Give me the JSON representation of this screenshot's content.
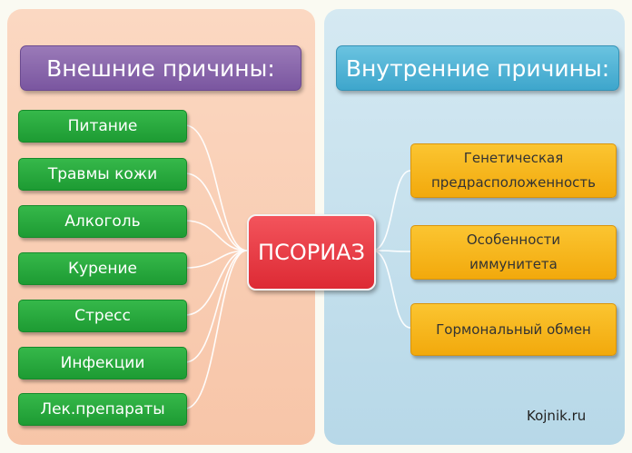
{
  "left_panel": {
    "title": "Внешние причины:",
    "items": [
      "Питание",
      "Травмы кожи",
      "Алкоголь",
      "Курение",
      "Стресс",
      "Инфекции",
      "Лек.препараты"
    ]
  },
  "right_panel": {
    "title": "Внутренние причины:",
    "items": [
      [
        "Генетическая",
        "предрасположенность"
      ],
      [
        "Особенности",
        "иммунитета"
      ],
      [
        "Гормональный обмен"
      ]
    ]
  },
  "center": {
    "label": "ПСОРИАЗ"
  },
  "watermark": "Kojnik.ru",
  "colors": {
    "left_header": "#7a56a0",
    "right_header": "#3ea6cc",
    "cause_box": "#1d9b33",
    "inner_box": "#f2a90c",
    "center_box": "#dd2a34"
  }
}
